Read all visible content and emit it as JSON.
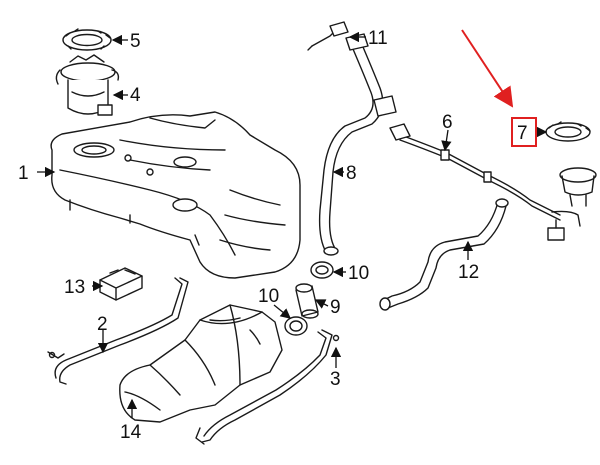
{
  "callouts": {
    "c1": "1",
    "c2": "2",
    "c3": "3",
    "c4": "4",
    "c5": "5",
    "c6": "6",
    "c7": "7",
    "c8": "8",
    "c9": "9",
    "c10a": "10",
    "c10b": "10",
    "c11": "11",
    "c12": "12",
    "c13": "13",
    "c14": "14"
  },
  "colors": {
    "highlight": "#e02020",
    "line": "#1a1a1a"
  }
}
